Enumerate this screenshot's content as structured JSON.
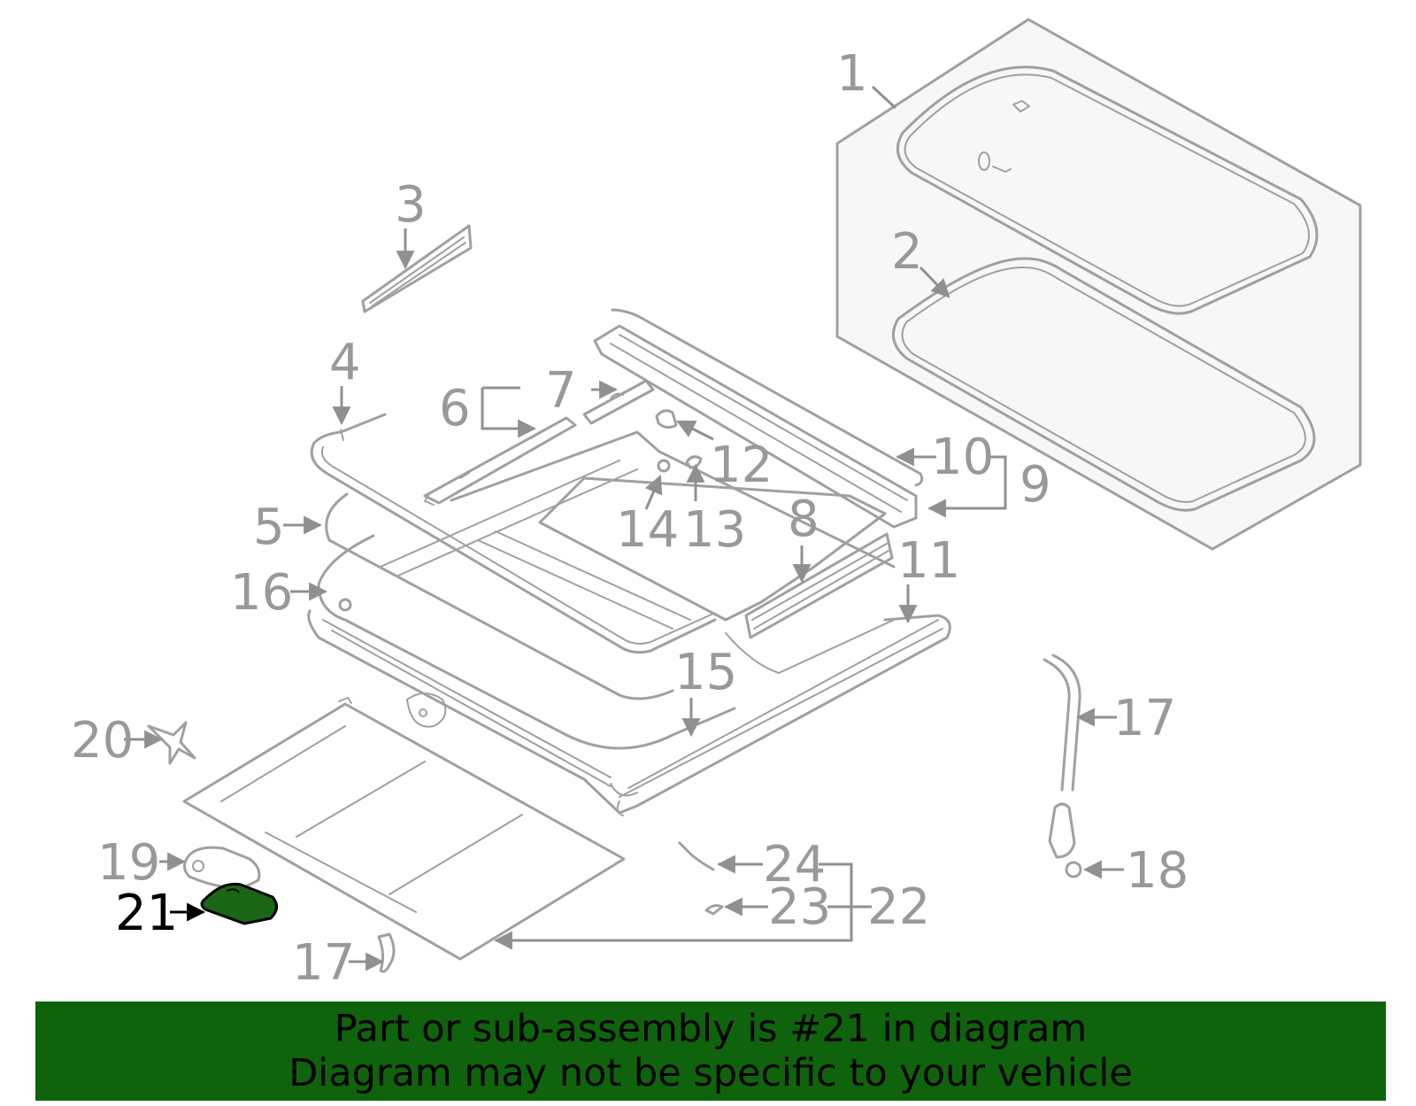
{
  "diagram": {
    "callouts": {
      "c1": "1",
      "c2": "2",
      "c3": "3",
      "c4": "4",
      "c5": "5",
      "c6": "6",
      "c7": "7",
      "c8": "8",
      "c9": "9",
      "c10": "10",
      "c11": "11",
      "c12": "12",
      "c13": "13",
      "c14": "14",
      "c15": "15",
      "c16": "16",
      "c17a": "17",
      "c17b": "17",
      "c18": "18",
      "c19": "19",
      "c20": "20",
      "c21": "21",
      "c22": "22",
      "c23": "23",
      "c24": "24"
    },
    "highlighted_part": "21",
    "colors": {
      "highlight_fill": "#1a6614",
      "line_gray": "#a0a0a0",
      "label_gray": "#999999",
      "banner": "#0f630c"
    }
  },
  "banner": {
    "line1": "Part or sub-assembly is #21 in diagram",
    "line2": "Diagram may not be specific to your vehicle"
  }
}
